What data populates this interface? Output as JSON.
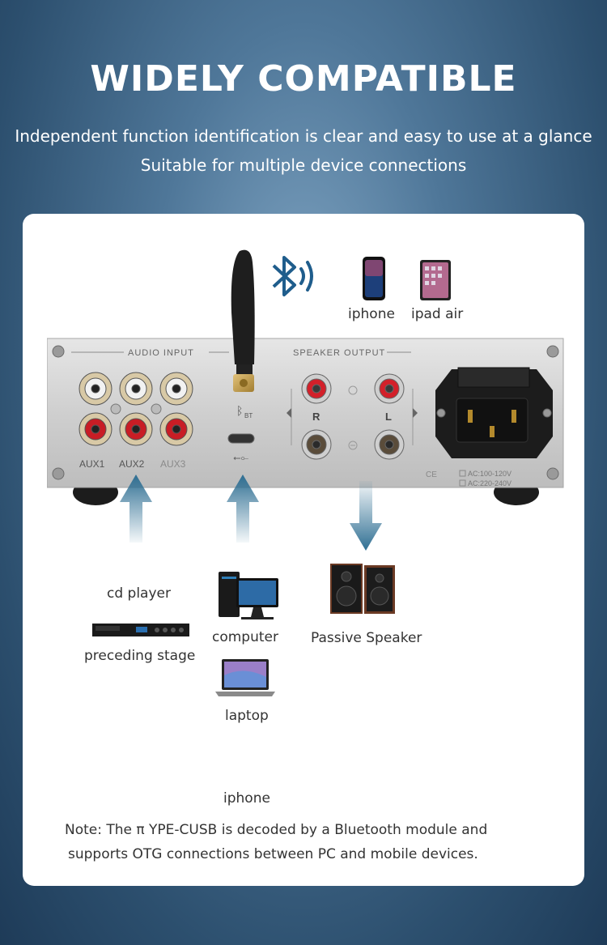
{
  "header": {
    "title": "WIDELY COMPATIBLE",
    "subtitle_line1": "Independent function identification is clear and easy to use at a glance",
    "subtitle_line2": "Suitable for multiple device connections"
  },
  "panel": {
    "audio_input_label": "AUDIO INPUT",
    "speaker_output_label": "SPEAKER OUTPUT",
    "aux_labels": [
      "AUX1",
      "AUX2",
      "AUX3"
    ],
    "right_channel": "R",
    "left_channel": "L",
    "bt_label": "BT",
    "ac_line1": "AC:100-120V",
    "ac_line2": "AC:220-240V",
    "ce_mark": "CE"
  },
  "devices": {
    "iphone_top": "iphone",
    "ipad_air": "ipad air",
    "cd_player": "cd player",
    "preceding_stage": "preceding stage",
    "computer": "computer",
    "laptop": "laptop",
    "passive_speaker": "Passive Speaker",
    "iphone_bottom": "iphone"
  },
  "note": {
    "line1": "Note: The π YPE-CUSB is decoded by a Bluetooth module and",
    "line2": "supports OTG connections between PC and mobile devices."
  },
  "colors": {
    "accent_arrow": "#2f6f93",
    "bluetooth_blue": "#1f5d8c",
    "panel_silver": "#d6d6d6"
  },
  "icons": [
    "bluetooth-icon",
    "antenna-icon",
    "usb-c-port-icon",
    "power-socket-icon",
    "speaker-icon",
    "computer-icon",
    "laptop-icon",
    "iphone-icon",
    "ipad-icon"
  ]
}
